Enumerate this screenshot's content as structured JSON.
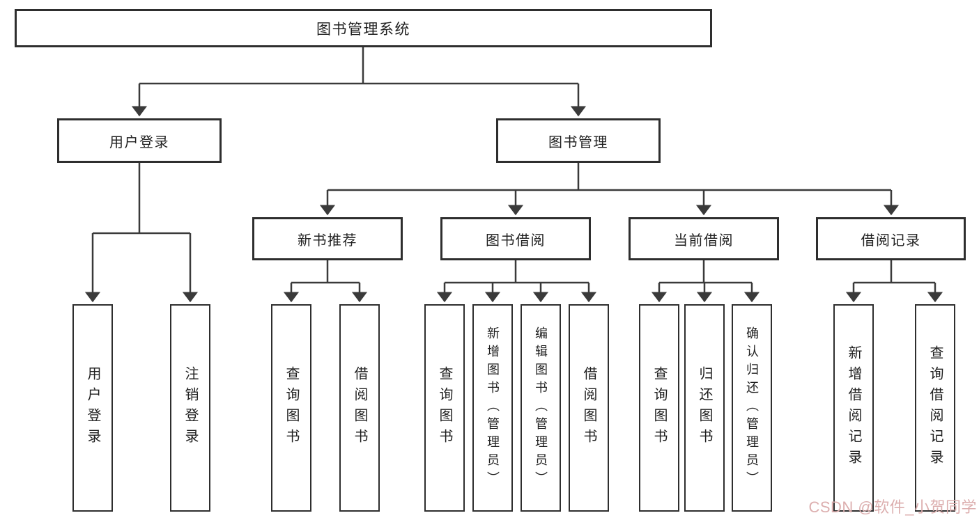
{
  "tree": {
    "root": {
      "label": "图书管理系统"
    },
    "branches": [
      {
        "label": "用户登录",
        "children": [
          {
            "label": "用户登录"
          },
          {
            "label": "注销登录"
          }
        ]
      },
      {
        "label": "图书管理",
        "children": [
          {
            "label": "新书推荐",
            "children": [
              {
                "label": "查询图书"
              },
              {
                "label": "借阅图书"
              }
            ]
          },
          {
            "label": "图书借阅",
            "children": [
              {
                "label": "查询图书"
              },
              {
                "label": "新增图书（管理员）"
              },
              {
                "label": "编辑图书（管理员）"
              },
              {
                "label": "借阅图书"
              }
            ]
          },
          {
            "label": "当前借阅",
            "children": [
              {
                "label": "查询图书"
              },
              {
                "label": "归还图书"
              },
              {
                "label": "确认归还（管理员）"
              }
            ]
          },
          {
            "label": "借阅记录",
            "children": [
              {
                "label": "新增借阅记录"
              },
              {
                "label": "查询借阅记录"
              }
            ]
          }
        ]
      }
    ]
  },
  "watermark": {
    "text": "CSDN @软件_小贺同学"
  },
  "colors": {
    "line": "#3a3a3a",
    "box_border": "#2e2e2e",
    "text": "#1f1f1f",
    "watermark": "#dcaeae",
    "background": "#ffffff"
  }
}
